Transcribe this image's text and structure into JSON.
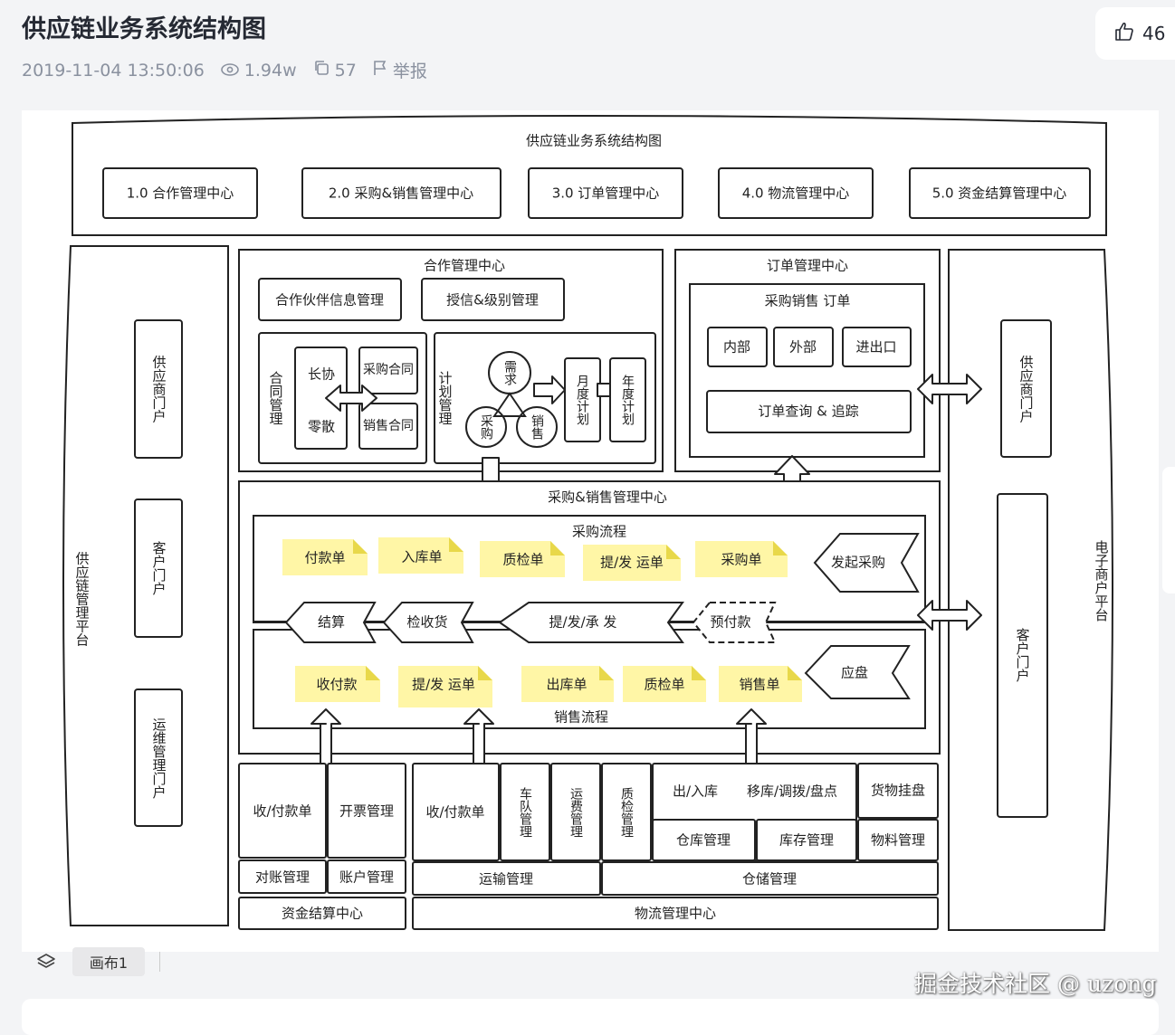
{
  "article": {
    "title": "供应链业务系统结构图",
    "date": "2019-11-04 13:50:06",
    "views": "1.94w",
    "copies": "57",
    "report": "举报",
    "likes": "46"
  },
  "canvas_tab": "画布1",
  "watermark": "掘金技术社区 @ uzong",
  "diagram": {
    "top_title": "供应链业务系统结构图",
    "top_modules": [
      "1.0 合作管理中心",
      "2.0 采购&销售管理中心",
      "3.0 订单管理中心",
      "4.0 物流管理中心",
      "5.0 资金结算管理中心"
    ],
    "left_platform": "供应链管理平台",
    "left_portals": [
      "供应商门户",
      "客户门户",
      "运维管理门户"
    ],
    "right_platform": "电子商户平台",
    "right_portals": [
      "供应商门户",
      "客户门户"
    ],
    "coop": {
      "title": "合作管理中心",
      "partner_info": "合作伙伴信息管理",
      "credit": "授信&级别管理",
      "contract_mgmt": "合同管理",
      "long_term": "长协",
      "spot": "零散",
      "purchase_contract": "采购合同",
      "sales_contract": "销售合同",
      "plan_mgmt": "计划管理",
      "demand": "需求",
      "purchase": "采购",
      "sales": "销售",
      "monthly_plan": "月度计划",
      "annual_plan": "年度计划"
    },
    "order": {
      "title": "订单管理中心",
      "sub_title": "采购销售  订单",
      "internal": "内部",
      "external": "外部",
      "import_export": "进出口",
      "query": "订单查询  & 追踪"
    },
    "ps": {
      "title": "采购&销售管理中心",
      "purchase_flow": "采购流程",
      "sales_flow": "销售流程",
      "purchase_notes": [
        "付款单",
        "入库单",
        "质检单",
        "提/发  运单",
        "采购单"
      ],
      "initiate_purchase": "发起采购",
      "flow_steps": [
        "结算",
        "检收货",
        "提/发/承   发",
        "预付款"
      ],
      "sales_notes": [
        "收付款",
        "提/发  运单",
        "出库单",
        "质检单",
        "销售单"
      ],
      "receivable": "应盘"
    },
    "bottom": {
      "fin_receipt": "收/付款单",
      "invoice": "开票管理",
      "reconcile": "对账管理",
      "account": "账户管理",
      "fin_center": "资金结算中心",
      "log_receipt": "收/付款单",
      "fleet": "车队管理",
      "freight": "运费管理",
      "qc": "质检管理",
      "in_out": "出/入库",
      "transfer": "移库/调拨/盘点",
      "goods": "货物挂盘",
      "warehouse": "仓库管理",
      "inventory": "库存管理",
      "material": "物料管理",
      "transport_mgmt": "运输管理",
      "storage_mgmt": "仓储管理",
      "logistics_center": "物流管理中心"
    }
  }
}
